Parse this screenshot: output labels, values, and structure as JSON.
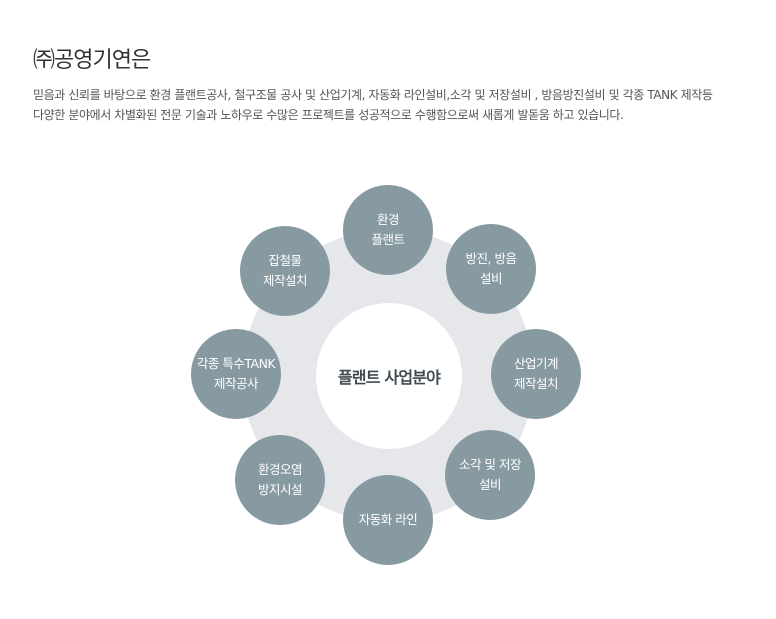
{
  "header": {
    "title": "㈜공영기연은",
    "description_line1": "믿음과 신뢰를 바탕으로 환경 플랜트공사, 철구조물 공사 및 산업기계, 자동화 라인설비,소각 및 저장설비 , 방음방진설비 및 각종 TANK 제작등",
    "description_line2": "다양한 분야에서 차별화된 전문 기술과 노하우로 수많은 프로젝트를 성공적으로 수행함으로써 새롭게 발돋움 하고 있습니다."
  },
  "diagram": {
    "center_label": "플랜트 사업분야",
    "nodes": [
      {
        "label": "환경\n플랜트"
      },
      {
        "label": "방진, 방음\n설비"
      },
      {
        "label": "산업기계\n제작설치"
      },
      {
        "label": "소각 및 저장\n설비"
      },
      {
        "label": "자동화 라인"
      },
      {
        "label": "환경오염\n방지시설"
      },
      {
        "label": "각종 특수TANK\n제작공사"
      },
      {
        "label": "잡철물\n제작설치"
      }
    ]
  },
  "colors": {
    "node_fill": "#879aa2",
    "ring_fill": "#e5e7ea",
    "center_fill": "#ffffff",
    "center_text": "#3f4a52"
  }
}
